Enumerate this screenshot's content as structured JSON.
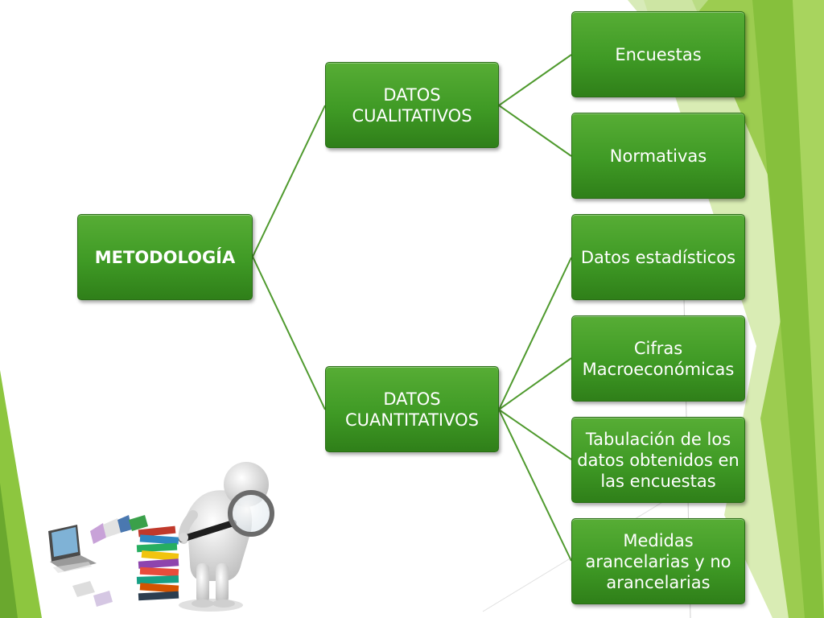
{
  "colors": {
    "node_fill": "#43a02a",
    "node_border": "#2a6e16",
    "connector": "#4f9a2e",
    "accent_green": "#8dc63f",
    "accent_light": "#c4e08a"
  },
  "diagram": {
    "root": {
      "label": "METODOLOGÍA"
    },
    "branches": [
      {
        "label": "DATOS CUALITATIVOS",
        "children": [
          {
            "label": "Encuestas"
          },
          {
            "label": "Normativas"
          }
        ]
      },
      {
        "label": "DATOS CUANTITATIVOS",
        "children": [
          {
            "label": "Datos estadísticos"
          },
          {
            "label": "Cifras Macroeconómicas"
          },
          {
            "label": "Tabulación de los datos obtenidos en las encuestas"
          },
          {
            "label": "Medidas arancelarias y no arancelarias"
          }
        ]
      }
    ]
  },
  "illustration": {
    "icon": "person-magnifying-glass-books-icon"
  }
}
